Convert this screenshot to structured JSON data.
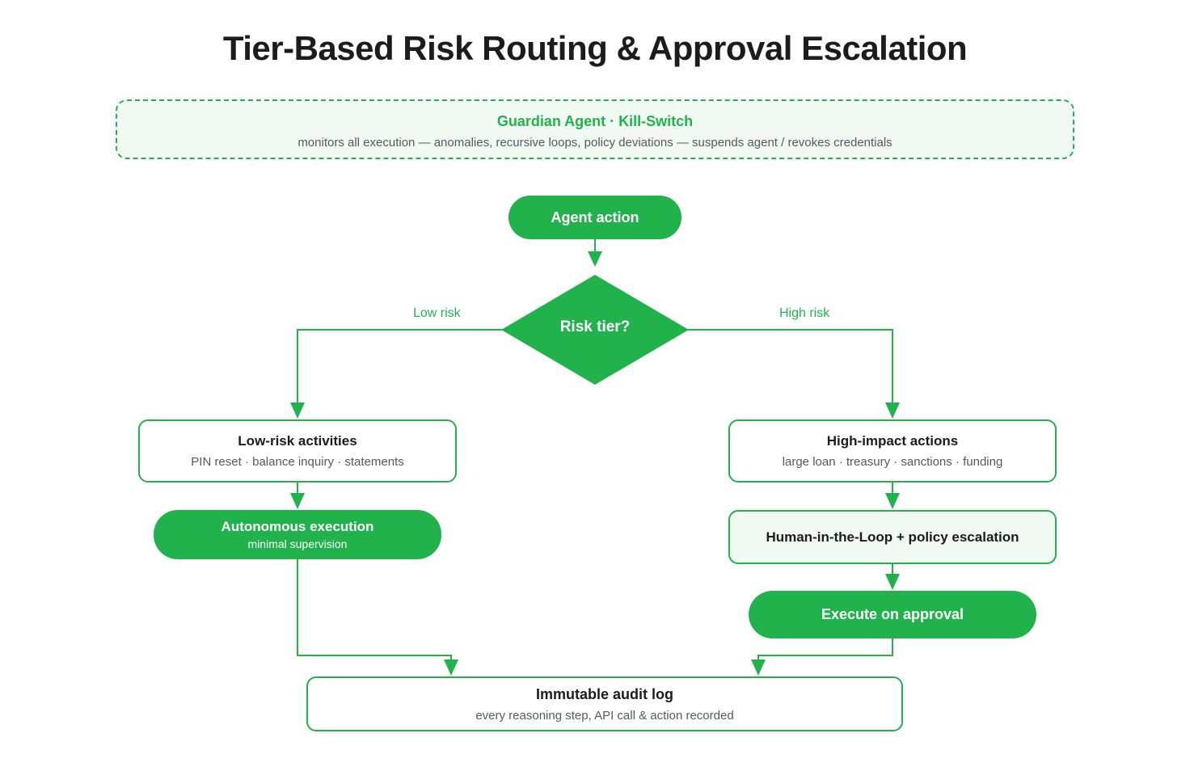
{
  "title": "Tier-Based Risk Routing & Approval Escalation",
  "guardian": {
    "title": "Guardian Agent · Kill-Switch",
    "subtitle": "monitors all execution — anomalies, recursive loops, policy deviations — suspends agent / revokes credentials"
  },
  "nodes": {
    "agent_action": "Agent action",
    "risk_tier": "Risk tier?",
    "low_risk": {
      "title": "Low-risk activities",
      "subtitle": "PIN reset · balance inquiry · statements"
    },
    "autonomous": {
      "title": "Autonomous execution",
      "subtitle": "minimal supervision"
    },
    "high_impact": {
      "title": "High-impact actions",
      "subtitle": "large loan · treasury · sanctions · funding"
    },
    "hitl": "Human-in-the-Loop + policy escalation",
    "execute_approval": "Execute on approval",
    "audit": {
      "title": "Immutable audit log",
      "subtitle": "every reasoning step, API call & action recorded"
    }
  },
  "edge_labels": {
    "low": "Low risk",
    "high": "High risk"
  },
  "colors": {
    "accent": "#22b24c",
    "tint": "#f1faf3",
    "text": "#1c1c1c",
    "muted": "#555a5e"
  }
}
